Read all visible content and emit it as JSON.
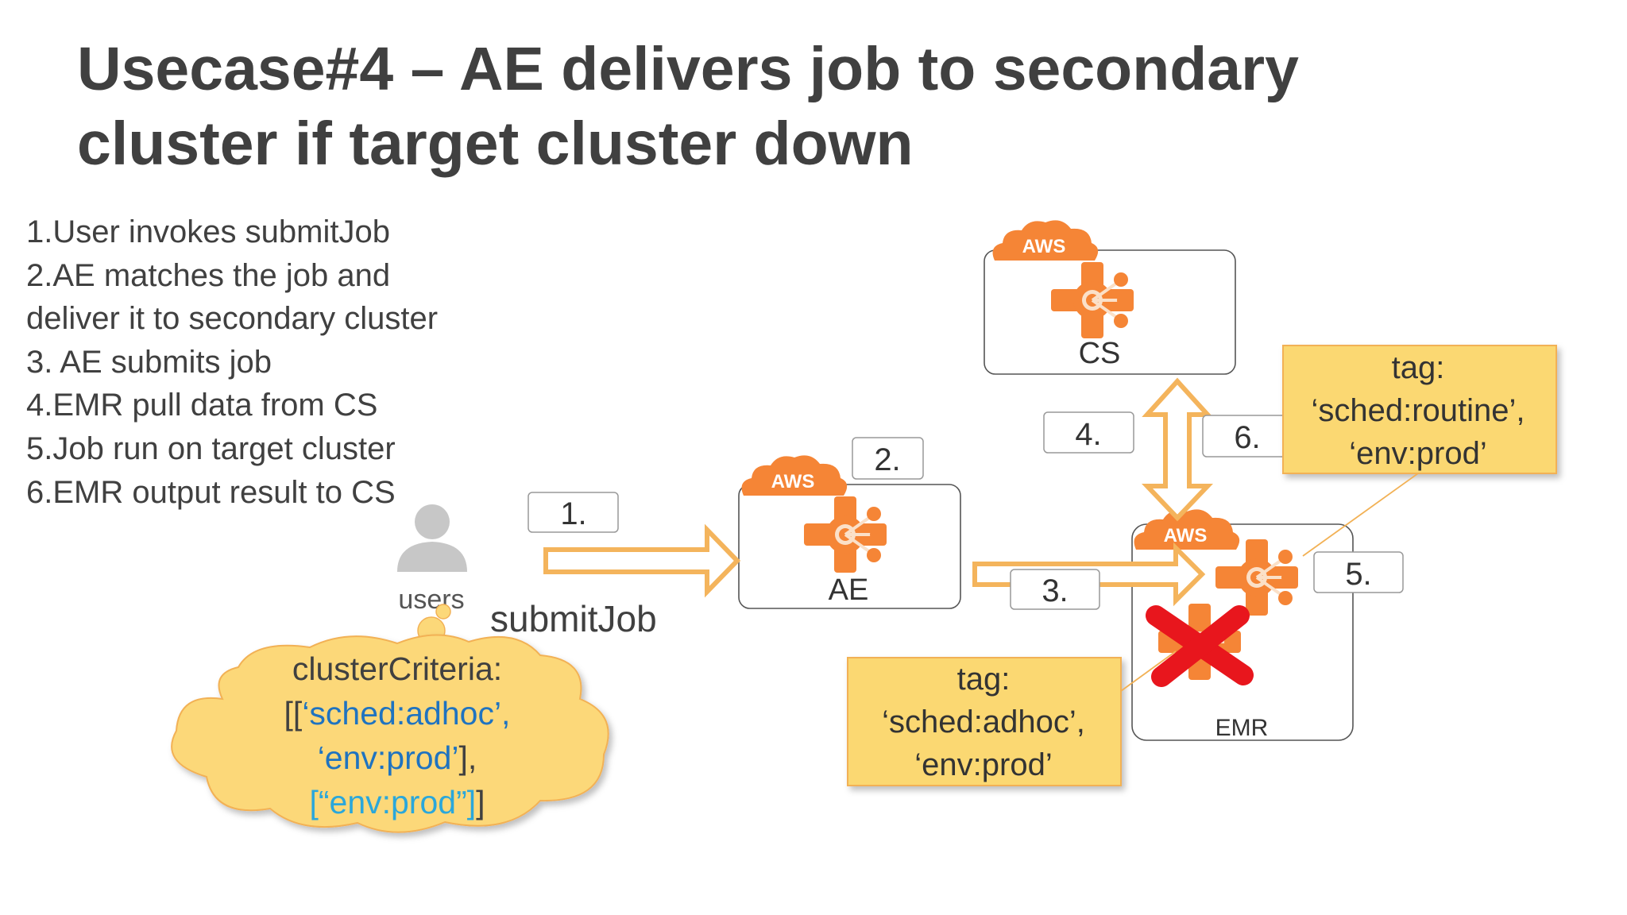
{
  "slide": {
    "title_line1": "Usecase#4 – AE delivers job to secondary",
    "title_line2": "cluster if target cluster down",
    "steps": [
      "1.User invokes submitJob",
      "2.AE matches the job and",
      "deliver it to secondary cluster",
      "3. AE submits job",
      "4.EMR pull data from CS",
      "5.Job run on target cluster",
      "6.EMR output result to CS"
    ]
  },
  "diagram": {
    "aws_badge": "AWS",
    "nodes": {
      "cs": "CS",
      "ae": "AE",
      "emr": "EMR",
      "users": "users"
    },
    "step_labels": {
      "s1": "1.",
      "s2": "2.",
      "s3": "3.",
      "s4": "4.",
      "s5": "5.",
      "s6": "6."
    },
    "submit_label": "submitJob",
    "tag_routine": {
      "line1": "tag:",
      "line2": "‘sched:routine’,",
      "line3": "‘env:prod’"
    },
    "tag_adhoc": {
      "line1": "tag:",
      "line2": "‘sched:adhoc’,",
      "line3": "‘env:prod’"
    },
    "cloud": {
      "line1": "clusterCriteria:",
      "line2_prefix": "[[",
      "line2_blue": "‘sched:adhoc’,",
      "line3_blue": "‘env:prod’",
      "line3_suffix": "],",
      "line4_blue": "[“env:prod”]",
      "line4_suffix": "]"
    }
  },
  "colors": {
    "orange": "#f58536",
    "arrow_stroke": "#f4b45c",
    "tag_fill": "#fbd872",
    "tag_border": "#f2b155",
    "cloud_fill": "#fcd879",
    "red_x": "#e8161d",
    "blue_text": "#1f73c0",
    "light_blue_text": "#2aa7db",
    "title_gray": "#404040"
  }
}
